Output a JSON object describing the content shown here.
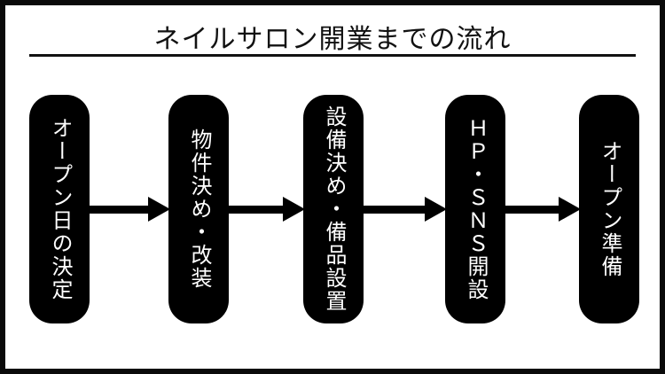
{
  "title": "ネイルサロン開業までの流れ",
  "flow": {
    "direction": "left-to-right",
    "connector": "arrow-right",
    "steps": [
      {
        "label": "オープン日の決定"
      },
      {
        "label": "物件決め・改装"
      },
      {
        "label": "設備決め・備品設置"
      },
      {
        "label": "ＨＰ・ＳＮＳ開設"
      },
      {
        "label": "オープン準備"
      }
    ]
  },
  "colors": {
    "background": "#ffffff",
    "frame_border": "#0a0a0a",
    "title_text": "#111111",
    "box_fill": "#000000",
    "box_text": "#ffffff",
    "arrow": "#000000"
  }
}
